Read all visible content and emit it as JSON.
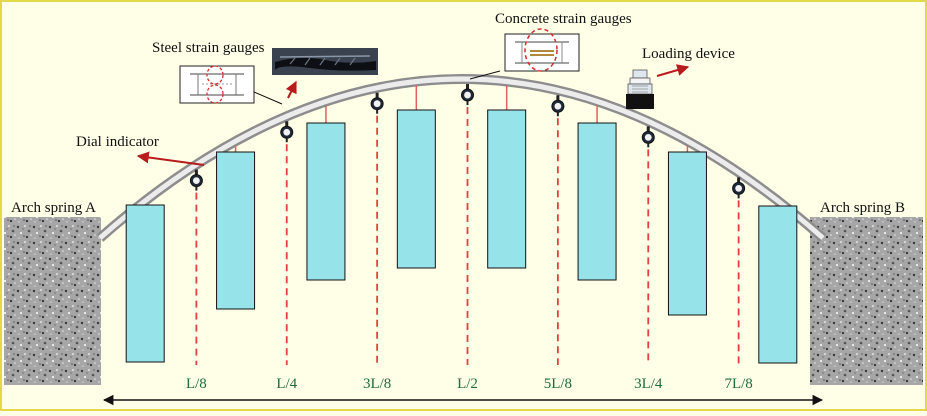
{
  "labels": {
    "steel_strain_gauges": "Steel strain gauges",
    "concrete_strain_gauges": "Concrete strain gauges",
    "loading_device": "Loading device",
    "dial_indicator": "Dial indicator",
    "arch_spring_a": "Arch spring A",
    "arch_spring_b": "Arch spring B"
  },
  "positions": [
    "L/8",
    "L/4",
    "3L/8",
    "L/2",
    "5L/8",
    "3L/4",
    "7L/8"
  ],
  "hanger_count": 8,
  "dial_indicator_count": 7,
  "colors": {
    "background": "#ffffe8",
    "border": "#e3d84a",
    "block": "#97e3ea",
    "hanger": "#e06060",
    "dashed_line": "#e0413e",
    "arrow": "#b71c1c",
    "position_text": "#1d6b3c",
    "abutment": "#9a9a9a"
  }
}
